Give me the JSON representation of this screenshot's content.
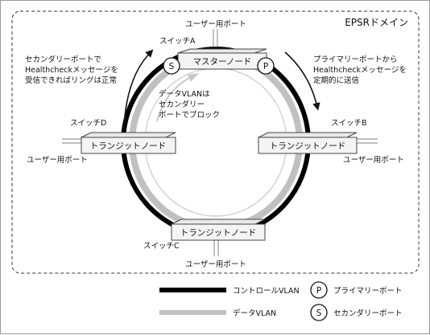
{
  "domain_title": "EPSRドメイン",
  "master_node": {
    "label": "マスターノード",
    "switch": "スイッチA",
    "port": "ユーザー用ポート"
  },
  "node_d": {
    "label": "トランジットノード",
    "switch": "スイッチD",
    "port": "ユーザー用ポート"
  },
  "node_b": {
    "label": "トランジットノード",
    "switch": "スイッチB",
    "port": "ユーザー用ポート"
  },
  "node_c": {
    "label": "トランジットノード",
    "switch": "スイッチC",
    "port": "ユーザー用ポート"
  },
  "port_markers": {
    "secondary": "S",
    "primary": "P"
  },
  "annotations": {
    "left": [
      "セカンダリーポートで",
      "Healthcheckメッセージを",
      "受信できればリングは正常"
    ],
    "right": [
      "プライマリーポートから",
      "Healthcheckメッセージを",
      "定期的に送信"
    ],
    "center": [
      "データVLANは",
      "セカンダリー",
      "ポートでブロック"
    ]
  },
  "legend": {
    "control_vlan": "コントロールVLAN",
    "data_vlan": "データVLAN",
    "primary_symbol": "P",
    "primary_label": "プライマリーポート",
    "secondary_symbol": "S",
    "secondary_label": "セカンダリーポート"
  },
  "colors": {
    "control": "#000000",
    "data": "#c0c0c0",
    "inner": "#d3d3d3",
    "node_fill": "#f4f4f4"
  }
}
